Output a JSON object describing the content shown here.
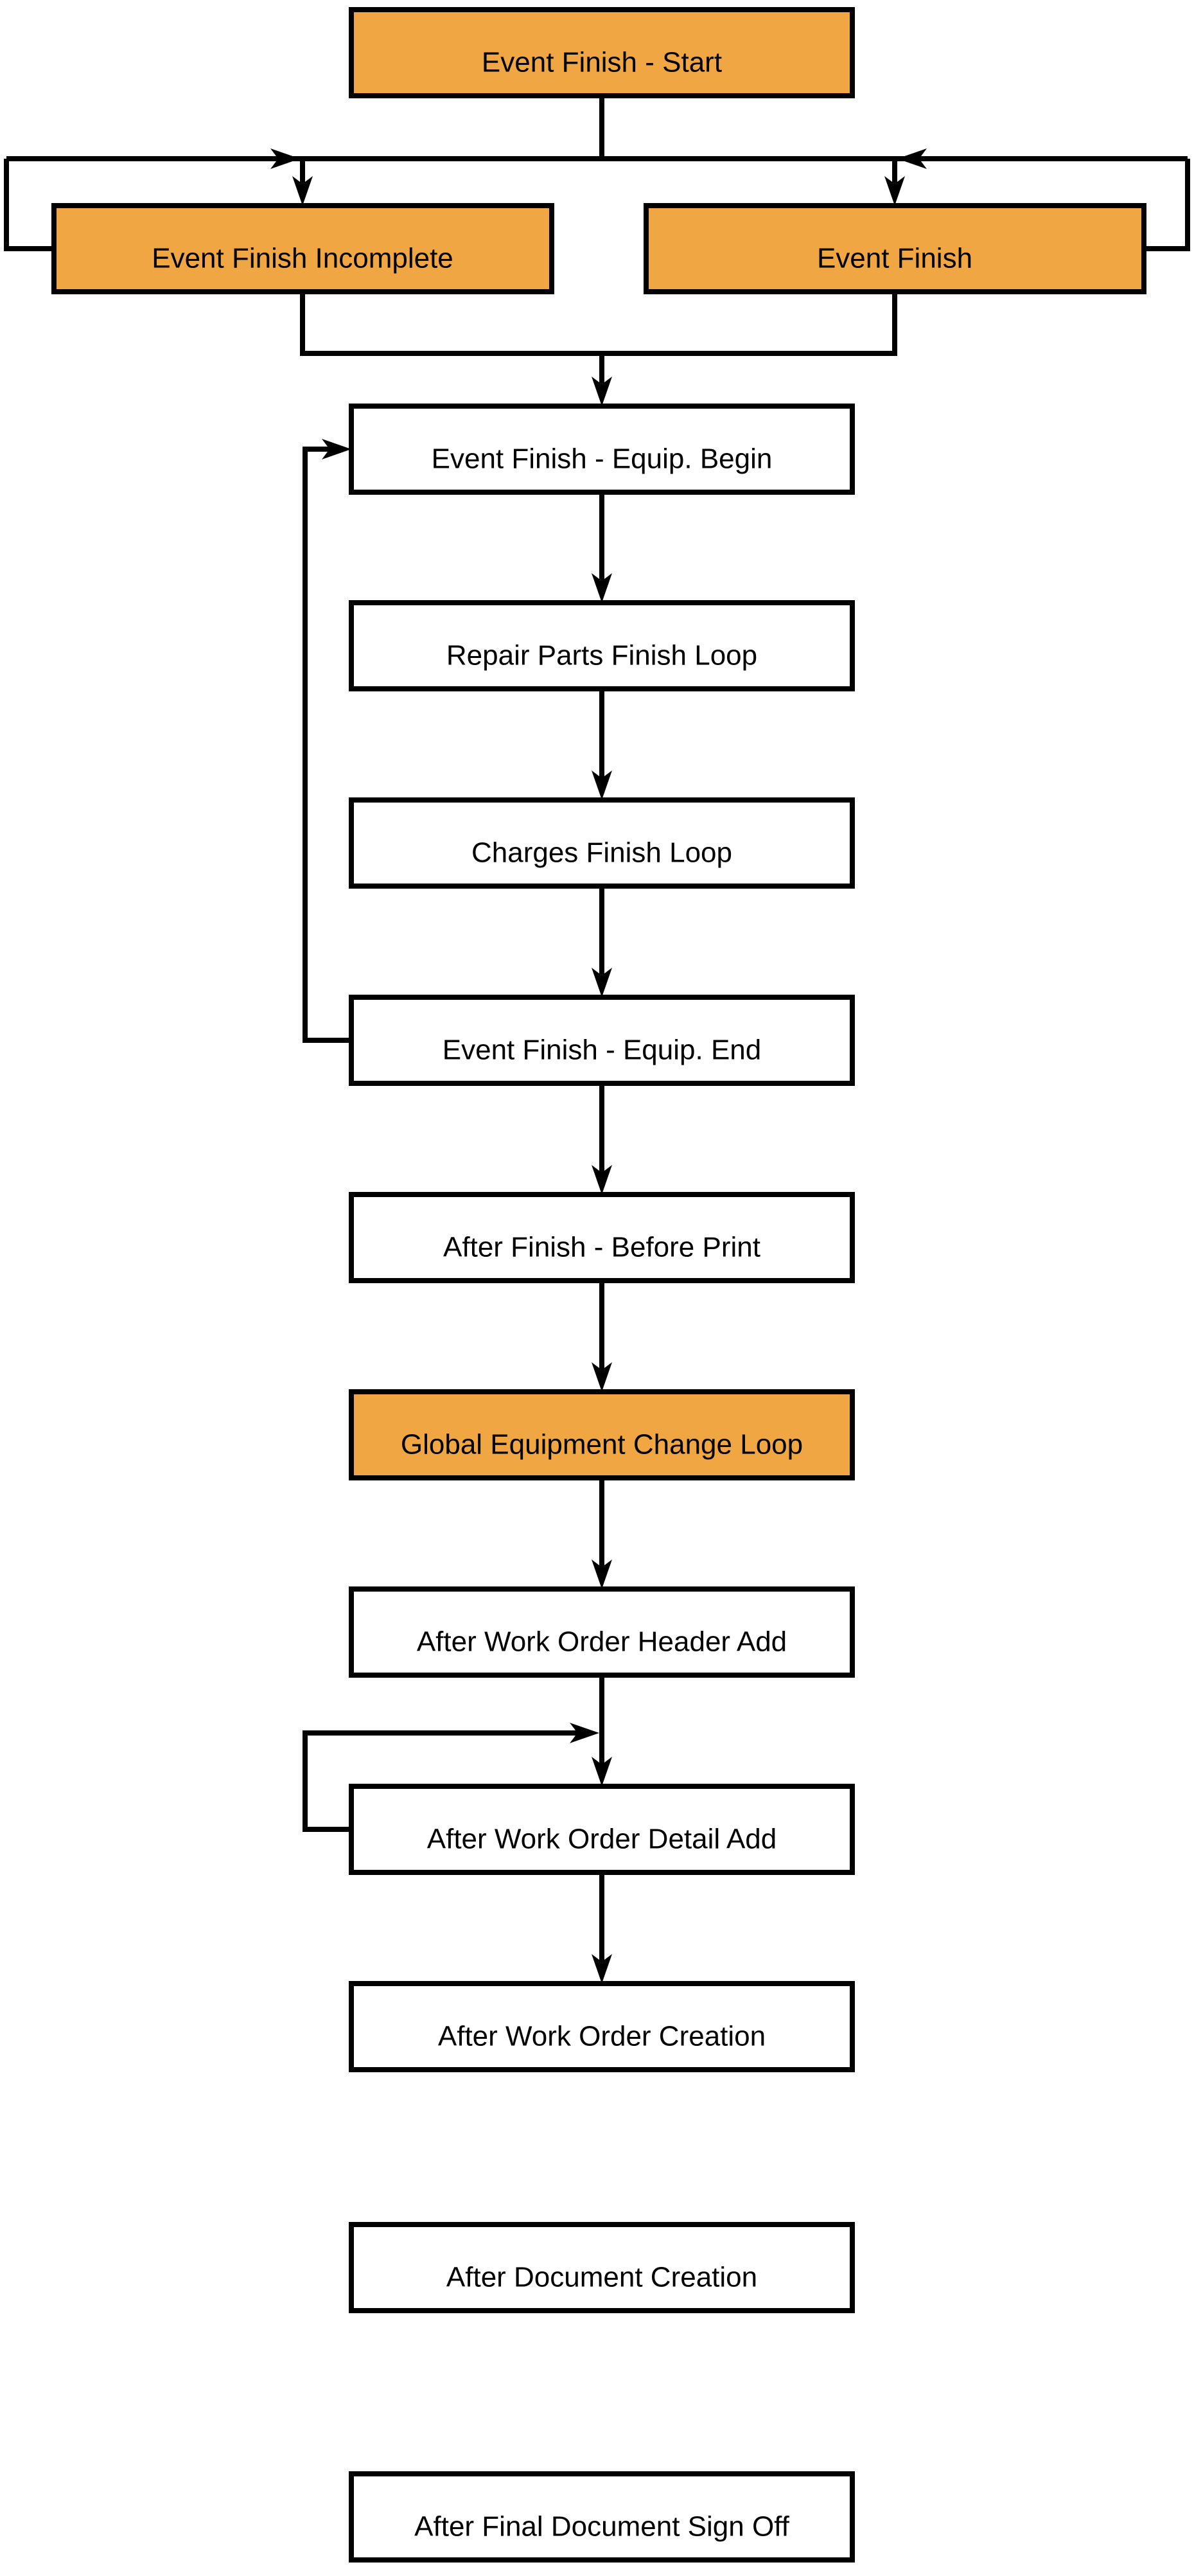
{
  "diagram": {
    "type": "flowchart",
    "colors": {
      "highlight_fill": "#F0A643",
      "default_fill": "#FFFFFF",
      "stroke": "#000000",
      "text": "#000000",
      "background": "#FFFFFF"
    },
    "nodes": [
      {
        "id": "event-finish-start",
        "label": "Event Finish - Start",
        "highlighted": true
      },
      {
        "id": "event-finish-incomplete",
        "label": "Event Finish Incomplete",
        "highlighted": true
      },
      {
        "id": "event-finish",
        "label": "Event Finish",
        "highlighted": true
      },
      {
        "id": "event-finish-equip-begin",
        "label": "Event Finish - Equip. Begin",
        "highlighted": false
      },
      {
        "id": "repair-parts-finish-loop",
        "label": "Repair Parts Finish Loop",
        "highlighted": false
      },
      {
        "id": "charges-finish-loop",
        "label": "Charges Finish Loop",
        "highlighted": false
      },
      {
        "id": "event-finish-equip-end",
        "label": "Event Finish - Equip. End",
        "highlighted": false
      },
      {
        "id": "after-finish-before-print",
        "label": "After Finish - Before Print",
        "highlighted": false
      },
      {
        "id": "global-equipment-change-loop",
        "label": "Global Equipment Change Loop",
        "highlighted": true
      },
      {
        "id": "after-work-order-header-add",
        "label": "After Work Order Header Add",
        "highlighted": false
      },
      {
        "id": "after-work-order-detail-add",
        "label": "After Work Order Detail Add",
        "highlighted": false
      },
      {
        "id": "after-work-order-creation",
        "label": "After Work Order Creation",
        "highlighted": false
      },
      {
        "id": "after-document-creation",
        "label": "After Document Creation",
        "highlighted": false
      },
      {
        "id": "after-final-document-sign-off",
        "label": "After Final Document Sign Off",
        "highlighted": false
      }
    ],
    "edges": [
      {
        "from": "event-finish-start",
        "to": "event-finish-incomplete",
        "type": "arrow"
      },
      {
        "from": "event-finish-start",
        "to": "event-finish",
        "type": "arrow"
      },
      {
        "from": "event-finish-incomplete",
        "to": "event-finish-incomplete",
        "type": "self-loop-left"
      },
      {
        "from": "event-finish",
        "to": "event-finish",
        "type": "self-loop-right"
      },
      {
        "from": "event-finish-incomplete",
        "to": "event-finish-equip-begin",
        "type": "merge-arrow"
      },
      {
        "from": "event-finish",
        "to": "event-finish-equip-begin",
        "type": "merge-arrow"
      },
      {
        "from": "event-finish-equip-begin",
        "to": "repair-parts-finish-loop",
        "type": "arrow"
      },
      {
        "from": "repair-parts-finish-loop",
        "to": "charges-finish-loop",
        "type": "arrow"
      },
      {
        "from": "charges-finish-loop",
        "to": "event-finish-equip-end",
        "type": "arrow"
      },
      {
        "from": "event-finish-equip-end",
        "to": "event-finish-equip-begin",
        "type": "loop-back-left"
      },
      {
        "from": "event-finish-equip-end",
        "to": "after-finish-before-print",
        "type": "arrow"
      },
      {
        "from": "after-finish-before-print",
        "to": "global-equipment-change-loop",
        "type": "arrow"
      },
      {
        "from": "global-equipment-change-loop",
        "to": "after-work-order-header-add",
        "type": "arrow"
      },
      {
        "from": "after-work-order-header-add",
        "to": "after-work-order-detail-add",
        "type": "arrow"
      },
      {
        "from": "after-work-order-detail-add",
        "to": "after-work-order-detail-add",
        "type": "self-loop-left"
      },
      {
        "from": "after-work-order-detail-add",
        "to": "after-work-order-creation",
        "type": "arrow"
      }
    ]
  }
}
